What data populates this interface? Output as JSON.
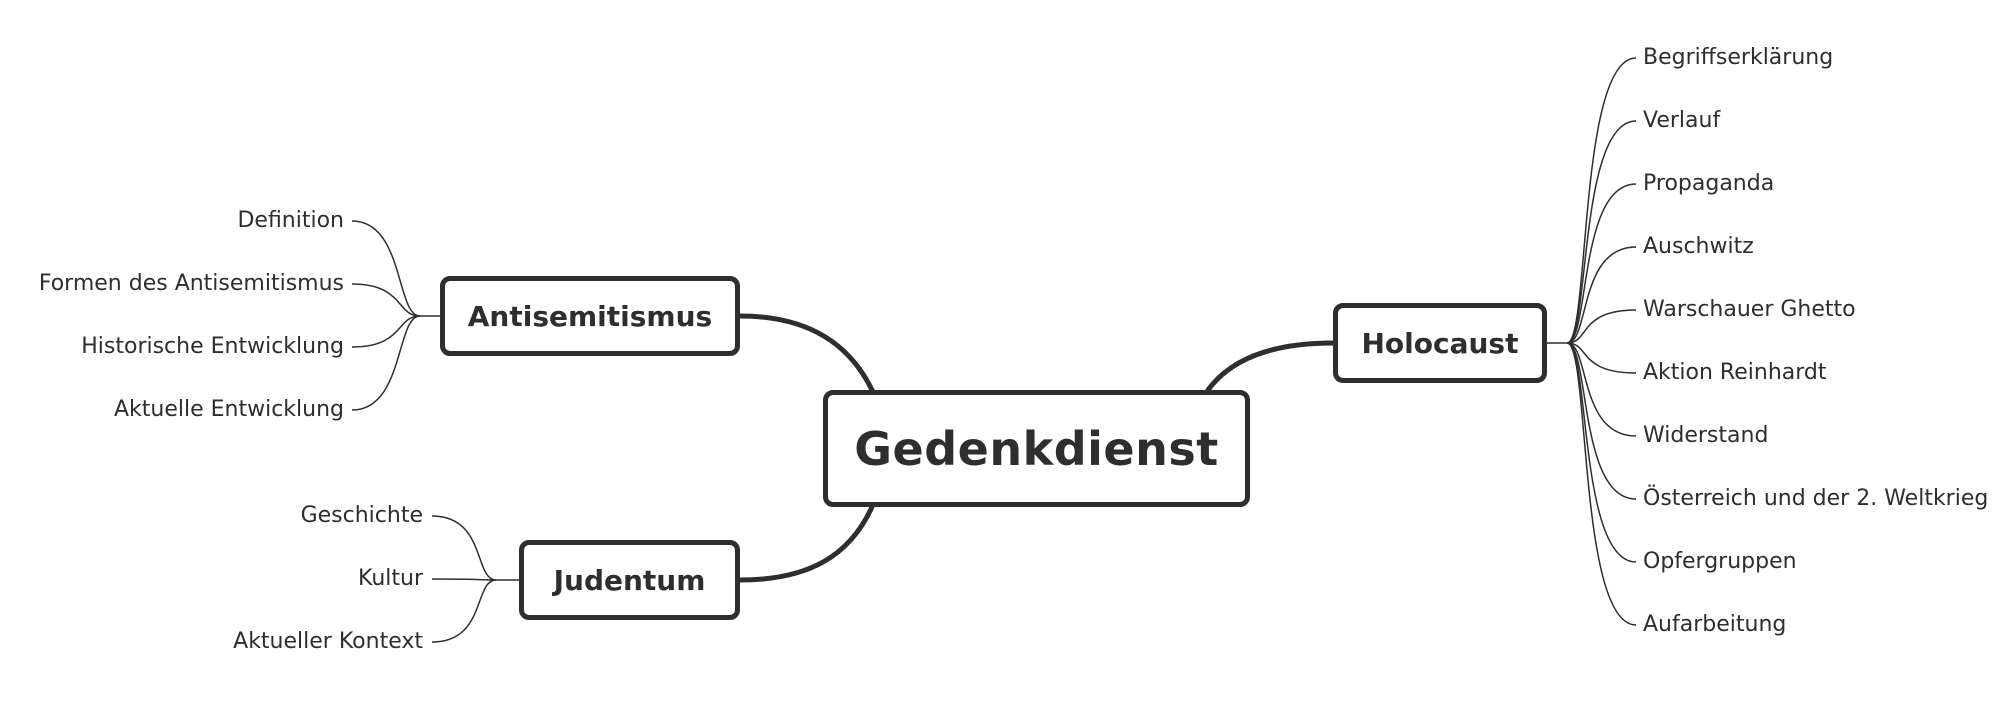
{
  "central": {
    "label": "Gedenkdienst"
  },
  "topics": {
    "antisemitismus": {
      "label": "Antisemitismus",
      "children": [
        "Definition",
        "Formen des Antisemitismus",
        "Historische Entwicklung",
        "Aktuelle Entwicklung"
      ]
    },
    "judentum": {
      "label": "Judentum",
      "children": [
        "Geschichte",
        "Kultur",
        "Aktueller Kontext"
      ]
    },
    "holocaust": {
      "label": "Holocaust",
      "children": [
        "Begriffserklärung",
        "Verlauf",
        "Propaganda",
        "Auschwitz",
        "Warschauer Ghetto",
        "Aktion Reinhardt",
        "Widerstand",
        "Österreich und der 2. Weltkrieg",
        "Opfergruppen",
        "Aufarbeitung"
      ]
    }
  },
  "colors": {
    "line": "#2e2e2e",
    "text": "#2e2e2e",
    "background": "#ffffff"
  }
}
